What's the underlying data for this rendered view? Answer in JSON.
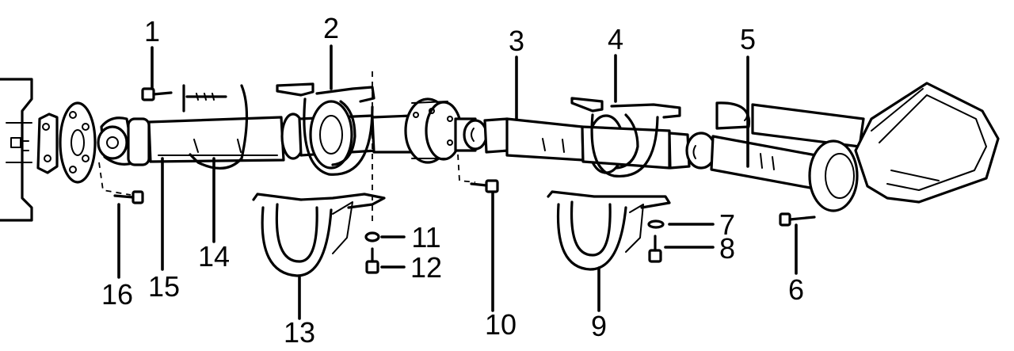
{
  "labels": {
    "c1": "1",
    "c2": "2",
    "c3": "3",
    "c4": "4",
    "c5": "5",
    "c6": "6",
    "c7": "7",
    "c8": "8",
    "c9": "9",
    "c10": "10",
    "c11": "11",
    "c12": "12",
    "c13": "13",
    "c14": "14",
    "c15": "15",
    "c16": "16"
  }
}
